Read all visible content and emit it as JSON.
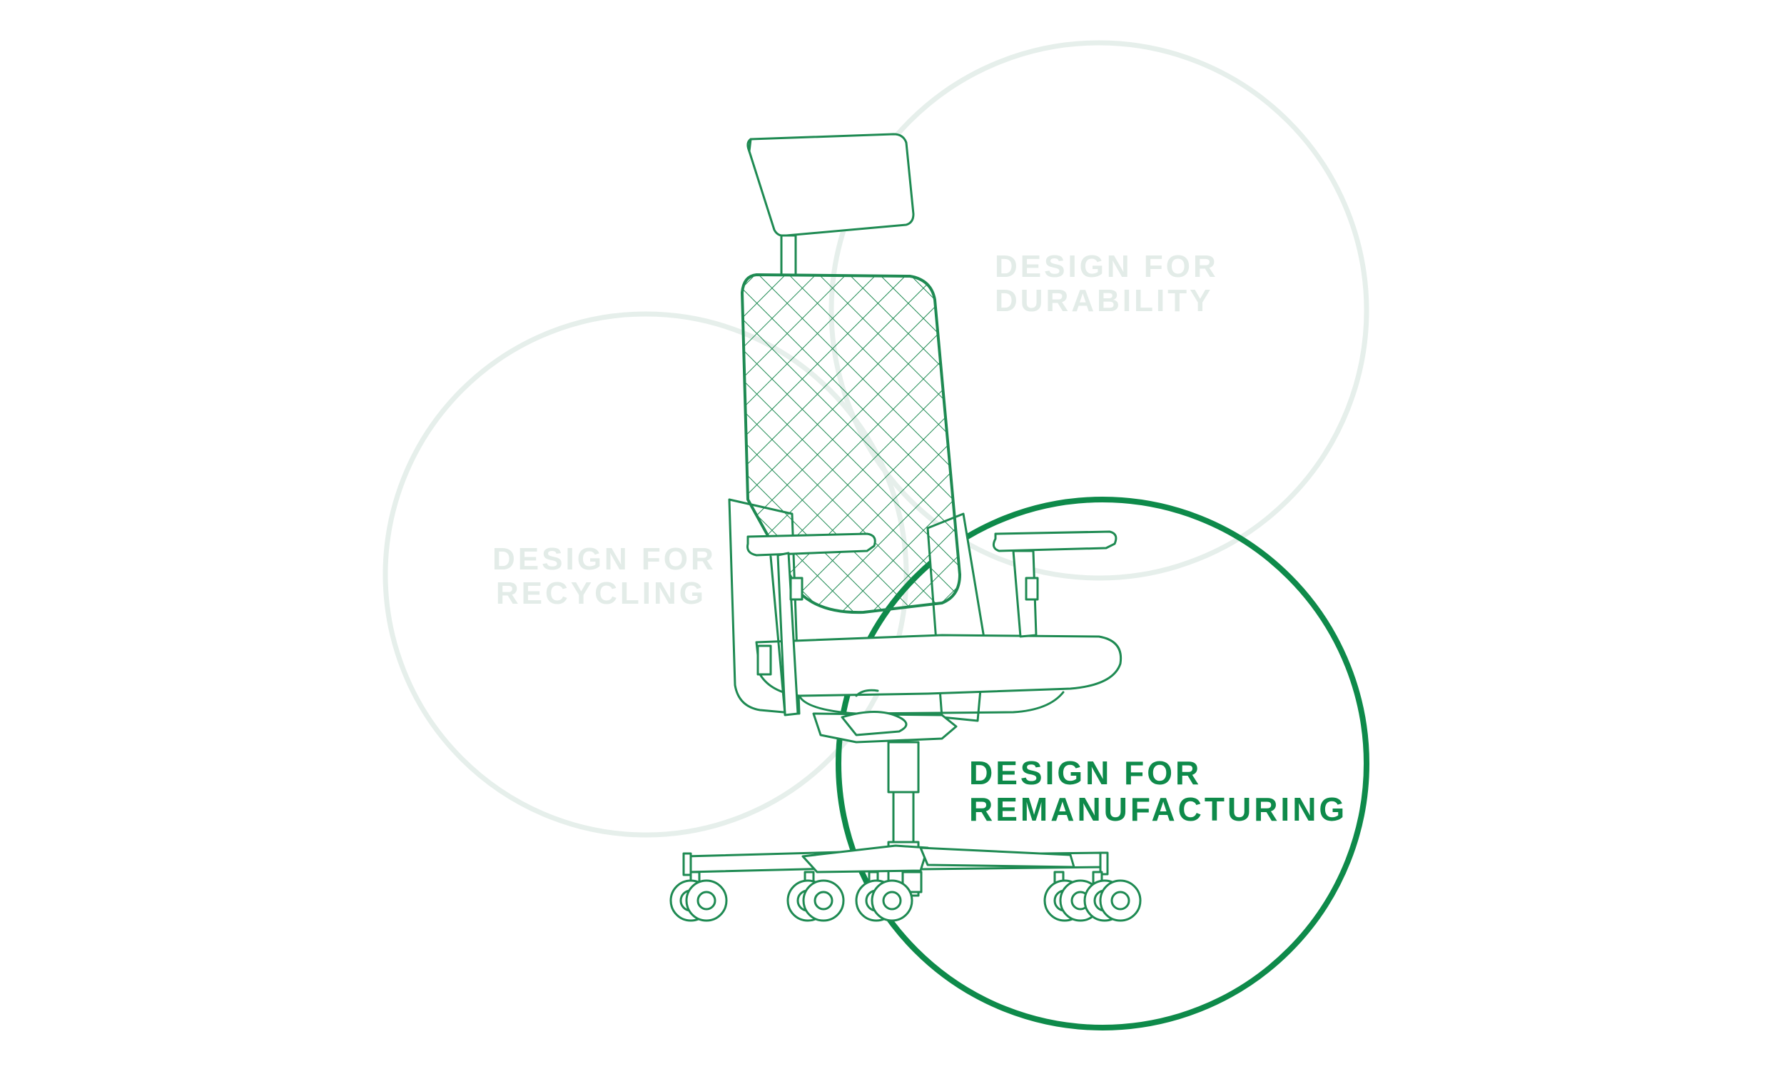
{
  "colors": {
    "accent": "#0e8a4a",
    "faded_circle": "#e6efeb",
    "faded_text": "#e3ece8",
    "chair_line": "#1e8a52",
    "background": "#ffffff"
  },
  "labels": {
    "durability": {
      "line1": "DESIGN FOR",
      "line2": "DURABILITY"
    },
    "recycling": {
      "line1": "DESIGN FOR",
      "line2": "RECYCLING"
    },
    "remanufacturing": {
      "line1": "DESIGN FOR",
      "line2": "REMANUFACTURING"
    }
  },
  "highlighted": "remanufacturing",
  "illustration": "office-chair-line-drawing"
}
